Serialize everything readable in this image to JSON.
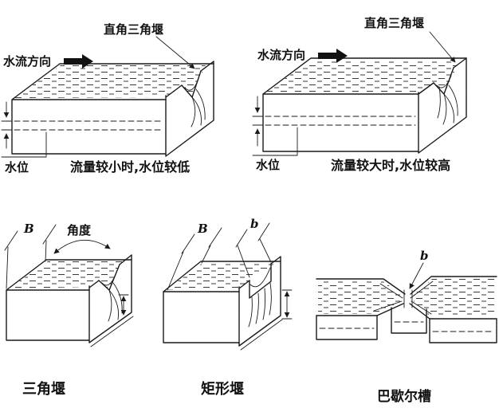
{
  "figure": {
    "background": "#ffffff",
    "line_color": "#1a1a1a"
  },
  "top_left": {
    "weir_label": "直角三角堰",
    "flow_label": "水流方向",
    "level_label": "水位",
    "caption": "流量较小时,水位较低"
  },
  "top_right": {
    "weir_label": "直角三角堰",
    "flow_label": "水流方向",
    "level_label": "水位",
    "caption": "流量较大时,水位较高"
  },
  "bottom_left": {
    "dim_width": "B",
    "dim_angle": "角度",
    "caption": "三角堰"
  },
  "bottom_middle": {
    "dim_width": "B",
    "dim_notch": "b",
    "caption": "矩形堰"
  },
  "bottom_right": {
    "dim_throat": "b",
    "caption": "巴歇尔槽"
  }
}
